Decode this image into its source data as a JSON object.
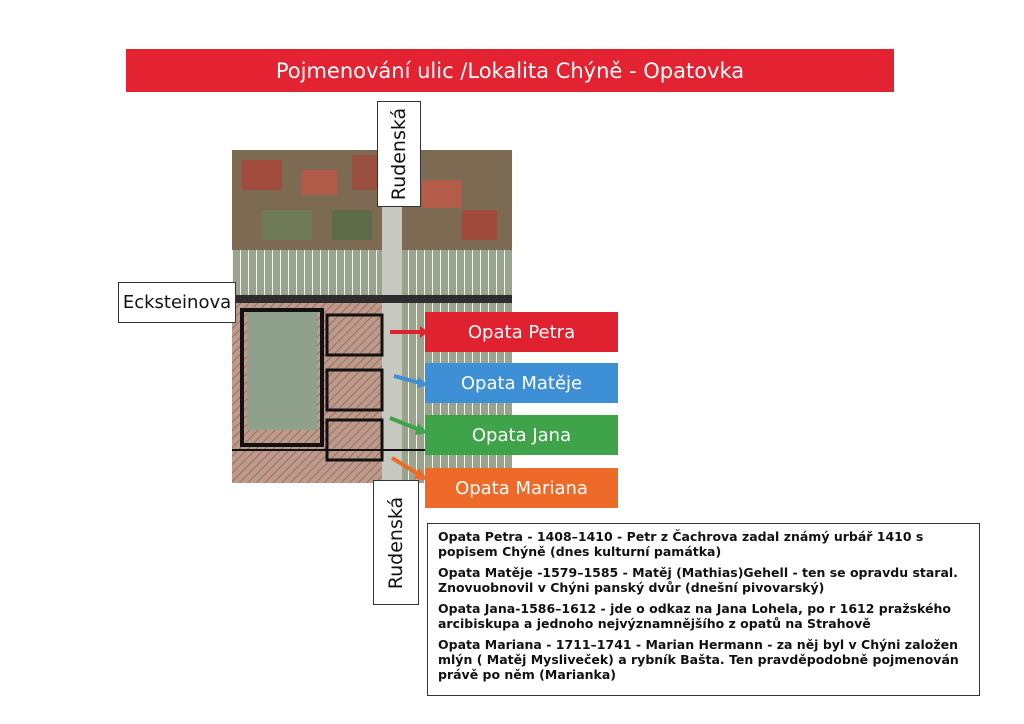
{
  "banner": {
    "title": "Pojmenování ulic /Lokalita Chýně - Opatovka"
  },
  "labels": {
    "rudenska_top": "Rudenská",
    "rudenska_bottom": "Rudenská",
    "ecksteinova": "Eckstei­nova"
  },
  "streets": [
    {
      "name": "Opata Petra",
      "color": "#e0212f"
    },
    {
      "name": "Opata Matěje",
      "color": "#3d8fd6"
    },
    {
      "name": "Opata Jana",
      "color": "#3fa34a"
    },
    {
      "name": "Opata Mariana",
      "color": "#ee6a28"
    }
  ],
  "descriptions": [
    "Opata Petra - 1408–1410 - Petr z Čachrova zadal známý urbář 1410 s popisem Chýně (dnes kulturní památka)",
    "Opata Matěje -1579–1585 - Matěj (Mathias)Gehell - ten se opravdu staral. Znovuobnovil v Chýni panský dvůr (dnešní pivovarský)",
    "Opata Jana-1586–1612 - jde o odkaz na Jana Lohela, po r 1612 pražského arcibiskupa a jednoho nejvýznamnějšího z opatů na Strahově",
    "Opata Mariana - 1711–1741 - Marian Hermann - za něj byl v Chýni založen mlýn ( Matěj Mysliveček) a rybník Bašta. Ten pravděpodobně pojmenován právě po něm (Marianka)"
  ]
}
